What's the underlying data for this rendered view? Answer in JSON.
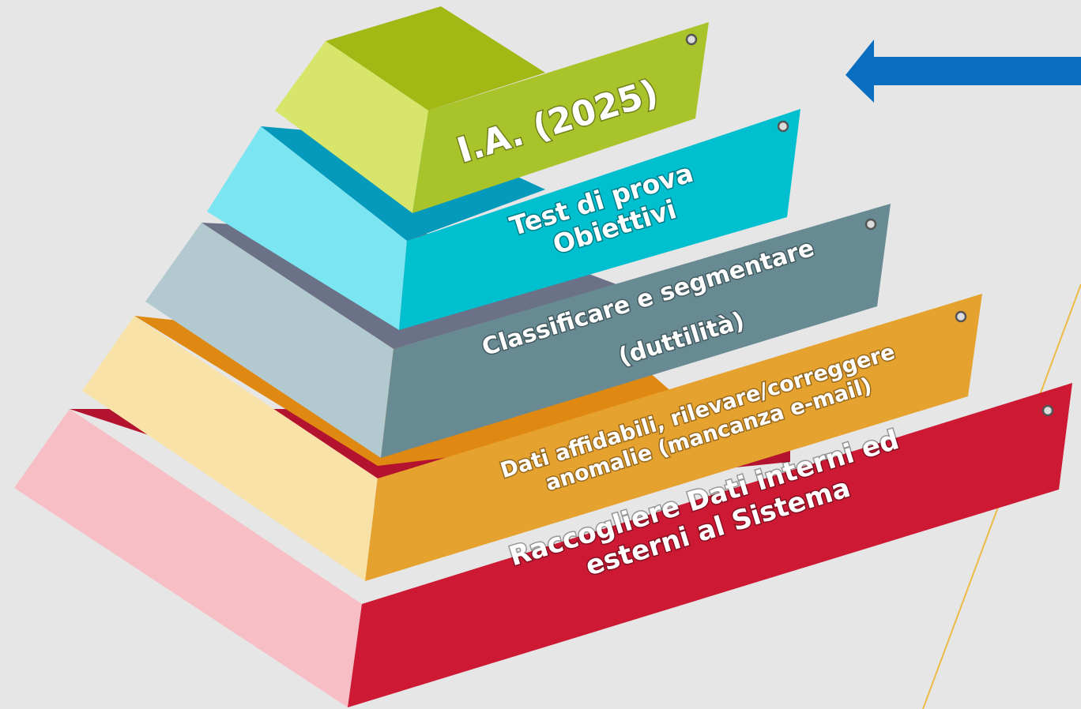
{
  "pyramid": {
    "levels": [
      {
        "lines": [
          "I.A. (2025)"
        ],
        "colors": {
          "front": "#a9c42a",
          "side": "#d7e66a",
          "top": "#a2b815"
        }
      },
      {
        "lines": [
          "Test di prova",
          "Obiettivi"
        ],
        "colors": {
          "front": "#00c0d0",
          "side": "#7be5f2",
          "top": "#0599bc"
        }
      },
      {
        "lines": [
          "Classificare e segmentare",
          "(duttilità)"
        ],
        "colors": {
          "front": "#678a93",
          "side": "#b2c9cf",
          "top": "#6b7287"
        }
      },
      {
        "lines": [
          "Dati affidabili, rilevare/correggere",
          "anomalie (mancanza e-mail)"
        ],
        "colors": {
          "front": "#e6a22e",
          "side": "#f8e2a8",
          "top": "#e08912"
        }
      },
      {
        "lines": [
          "Raccogliere Dati interni ed",
          "esterni al Sistema"
        ],
        "colors": {
          "front": "#cd1933",
          "side": "#f7bec6",
          "top": "#b3132f"
        }
      }
    ]
  },
  "colors": {
    "background": "#e6e6e6",
    "arrow": "#0a6fc0",
    "accent_line": "#ecbb45",
    "grommet": "#555555"
  }
}
